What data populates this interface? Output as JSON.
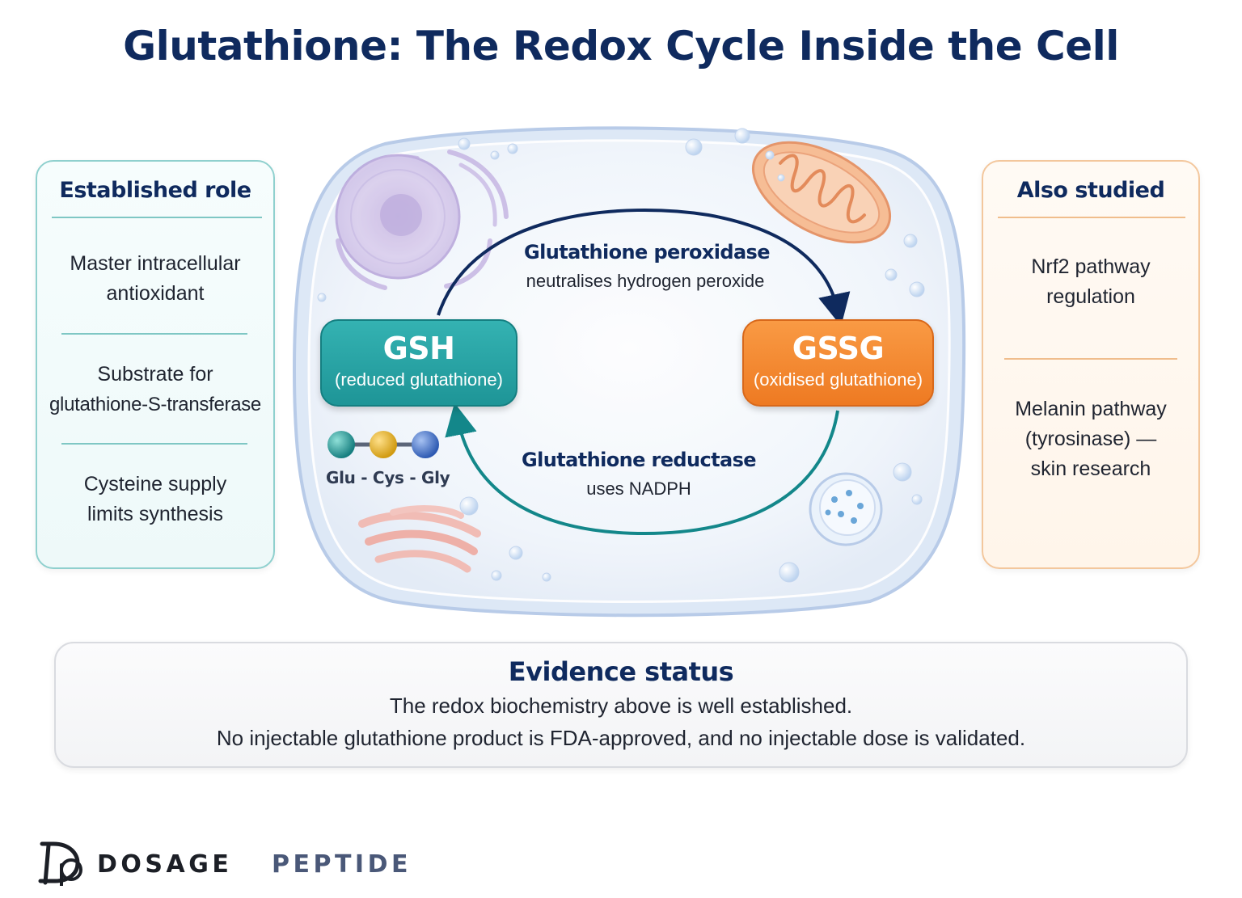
{
  "title": "Glutathione: The Redox Cycle Inside the Cell",
  "established": {
    "title": "Established role",
    "items": [
      {
        "line1": "Master intracellular",
        "line2": "antioxidant"
      },
      {
        "line1": "Substrate for",
        "line2": "glutathione-S-transferase"
      },
      {
        "line1": "Cysteine supply",
        "line2": "limits synthesis"
      }
    ]
  },
  "also_studied": {
    "title": "Also studied",
    "items": [
      {
        "line1": "Nrf2 pathway",
        "line2": "regulation"
      },
      {
        "line1": "Melanin pathway",
        "line2": "(tyrosinase) —",
        "line3": "skin research"
      }
    ]
  },
  "cycle": {
    "gsh": {
      "label": "GSH",
      "sub": "(reduced glutathione)"
    },
    "gssg": {
      "label": "GSSG",
      "sub": "(oxidised glutathione)"
    },
    "forward": {
      "name": "Glutathione peroxidase",
      "desc": "neutralises hydrogen peroxide"
    },
    "reverse": {
      "name": "Glutathione reductase",
      "desc": "uses NADPH"
    },
    "tripeptide": "Glu - Cys - Gly"
  },
  "evidence": {
    "title": "Evidence status",
    "line1": "The redox biochemistry above is well established.",
    "line2": "No injectable glutathione product is FDA-approved, and no injectable dose is validated."
  },
  "brand": {
    "part1": "DOSAGE",
    "part2": "PEPTIDE"
  },
  "colors": {
    "navy": "#0f2a5e",
    "teal": "#1e9597",
    "orange": "#ee7a22",
    "cell_membrane": "#b8cbe8"
  }
}
